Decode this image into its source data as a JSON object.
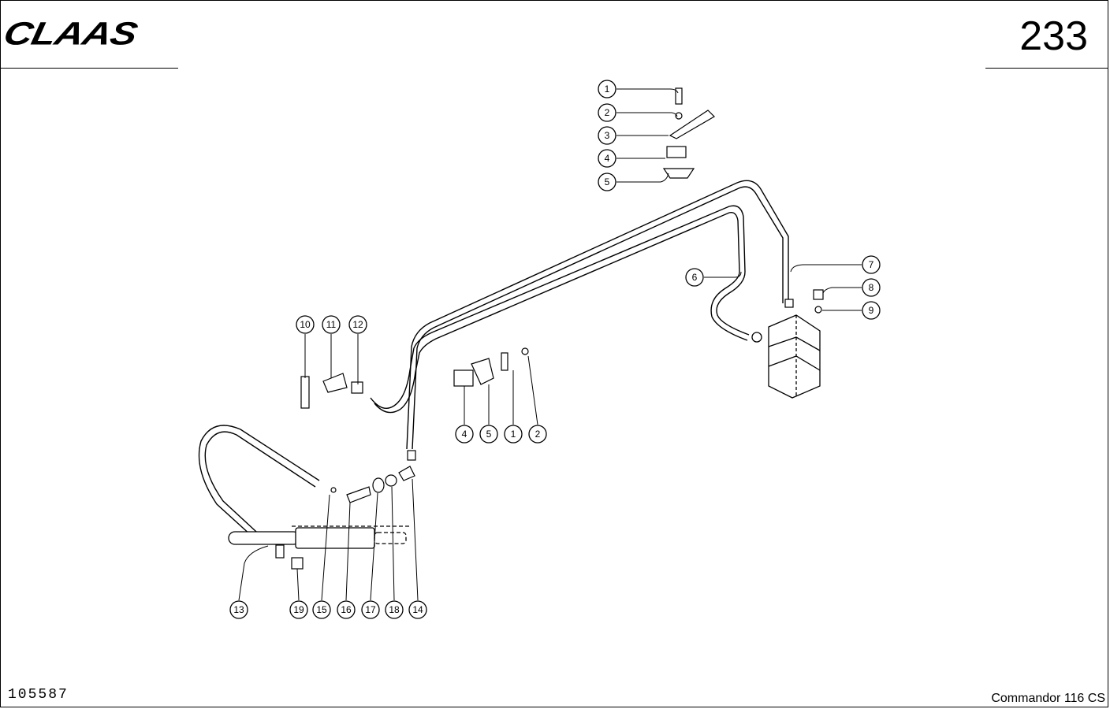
{
  "header": {
    "brand_logo": "CLAAS",
    "page_number": "233"
  },
  "footer": {
    "drawing_id": "105587",
    "model": "Commandor 116 CS"
  },
  "callouts": [
    "1",
    "2",
    "3",
    "4",
    "5",
    "6",
    "7",
    "8",
    "9",
    "10",
    "11",
    "12",
    "4",
    "5",
    "1",
    "2",
    "13",
    "19",
    "15",
    "16",
    "17",
    "18",
    "14"
  ]
}
